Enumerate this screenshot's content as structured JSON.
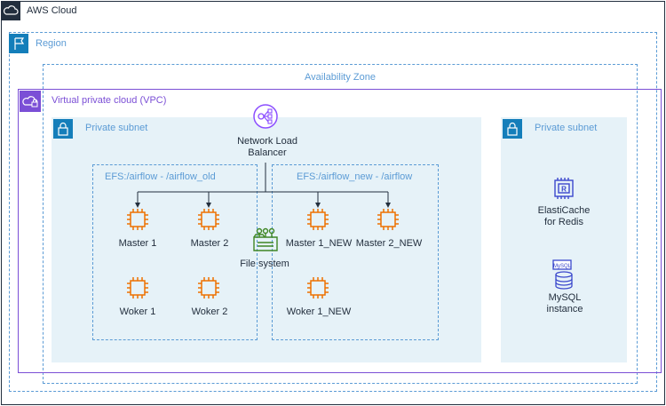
{
  "cloud": {
    "label": "AWS Cloud"
  },
  "region": {
    "label": "Region"
  },
  "availability_zone": {
    "label": "Availability Zone"
  },
  "vpc": {
    "label": "Virtual private cloud (VPC)"
  },
  "subnet_left": {
    "label": "Private subnet"
  },
  "subnet_right": {
    "label": "Private subnet"
  },
  "nlb": {
    "line1": "Network Load",
    "line2": "Balancer"
  },
  "efs_old": {
    "label": "EFS:/airflow - /airflow_old"
  },
  "efs_new": {
    "label": "EFS:/airflow_new - /airflow"
  },
  "file_system": {
    "label": "File system"
  },
  "instances": {
    "master1": "Master 1",
    "master2": "Master 2",
    "worker1": "Woker 1",
    "worker2": "Woker 2",
    "master1_new": "Master 1_NEW",
    "master2_new": "Master 2_NEW",
    "worker1_new": "Woker 1_NEW"
  },
  "elasticache": {
    "line1": "ElastiCache",
    "line2": "for Redis"
  },
  "mysql": {
    "line1": "MySQL",
    "line2": "instance",
    "badge": "MySQL"
  },
  "colors": {
    "compute": "#ed7100",
    "storage": "#3f8624",
    "database": "#3b48cc",
    "network": "#8c4fff",
    "border_blue": "#5b9bd5",
    "subnet_fill": "#e6f2f8"
  }
}
